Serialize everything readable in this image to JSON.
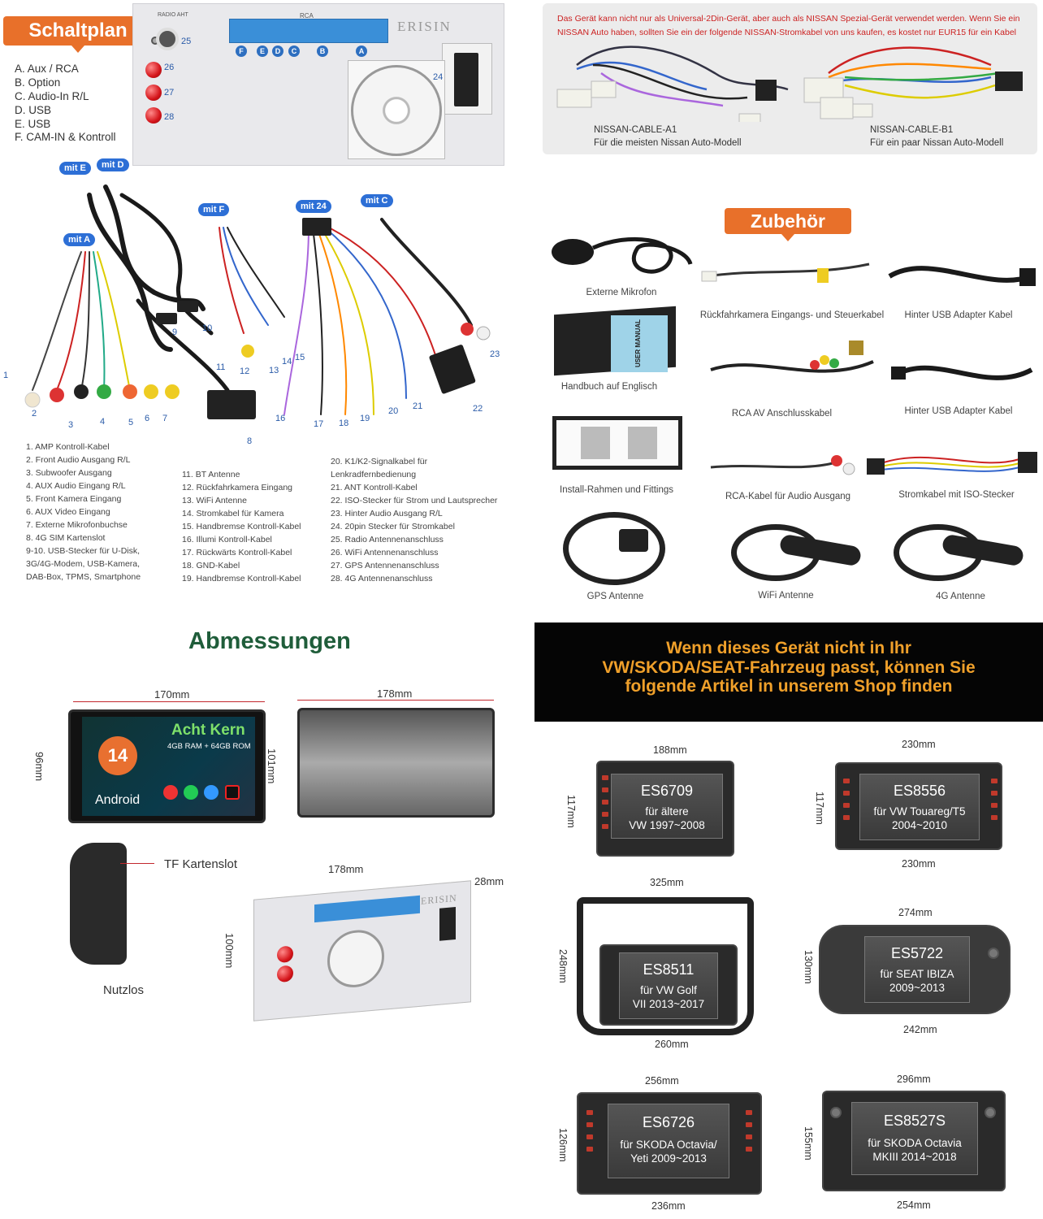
{
  "schaltplan": {
    "title": "Schaltplan",
    "legend": [
      "A. Aux / RCA",
      "B. Option",
      "C. Audio-In R/L",
      "D. USB",
      "E. USB",
      "F. CAM-IN & Kontroll"
    ],
    "brand": "ERISIN",
    "rca_label": "RCA",
    "radio_label": "RADIO AHT",
    "port_letters": [
      "F",
      "E",
      "D",
      "C",
      "B",
      "A"
    ],
    "port_numbers": [
      "25",
      "26",
      "27",
      "28",
      "24"
    ],
    "mit_badges": [
      "mit E",
      "mit D",
      "mit F",
      "mit 24",
      "mit C",
      "mit A"
    ],
    "cable_numbers": [
      "1",
      "2",
      "3",
      "4",
      "5",
      "6",
      "7",
      "8",
      "9",
      "10",
      "11",
      "12",
      "13",
      "14",
      "15",
      "16",
      "17",
      "18",
      "19",
      "20",
      "21",
      "22",
      "23"
    ],
    "list_col1": [
      "1. AMP Kontroll-Kabel",
      "2. Front Audio Ausgang R/L",
      "3. Subwoofer Ausgang",
      "4. AUX Audio Eingang R/L",
      "5. Front Kamera Eingang",
      "6. AUX Video Eingang",
      "7. Externe Mikrofonbuchse",
      "8. 4G SIM Kartenslot",
      "9-10. USB-Stecker für U-Disk,",
      "3G/4G-Modem, USB-Kamera,",
      "DAB-Box, TPMS, Smartphone"
    ],
    "list_col2": [
      "11. BT Antenne",
      "12. Rückfahrkamera Eingang",
      "13. WiFi Antenne",
      "14. Stromkabel für Kamera",
      "15. Handbremse Kontroll-Kabel",
      "16. Illumi Kontroll-Kabel",
      "17. Rückwärts Kontroll-Kabel",
      "18. GND-Kabel",
      "19. Handbremse Kontroll-Kabel"
    ],
    "list_col3": [
      "20. K1/K2-Signalkabel für",
      "Lenkradfernbedienung",
      "21. ANT Kontroll-Kabel",
      "22. ISO-Stecker für Strom und Lautsprecher",
      "23. Hinter Audio Ausgang R/L",
      "24. 20pin Stecker für Stromkabel",
      "25. Radio Antennenanschluss",
      "26. WiFi Antennenanschluss",
      "27. GPS Antennenanschluss",
      "28. 4G Antennenanschluss"
    ]
  },
  "nissan": {
    "line1": "Das Gerät kann nicht nur als Universal-2Din-Gerät, aber auch als  NISSAN Spezial-Gerät verwendet werden. Wenn Sie ein",
    "line2": "NISSAN Auto haben, sollten Sie ein der folgende NISSAN-Stromkabel von uns kaufen, es kostet nur EUR15 für ein Kabel",
    "cable_a_name": "NISSAN-CABLE-A1",
    "cable_a_desc": "Für die meisten Nissan Auto-Modell",
    "cable_b_name": "NISSAN-CABLE-B1",
    "cable_b_desc": "Für ein paar Nissan Auto-Modell"
  },
  "zubehoer": {
    "title": "Zubehör",
    "manual_print": "USER MANUAL",
    "items": [
      "Externe Mikrofon",
      "Rückfahrkamera Eingangs- und Steuerkabel",
      "Hinter USB Adapter Kabel",
      "Handbuch auf Englisch",
      "RCA AV Anschlusskabel",
      "Hinter USB Adapter Kabel",
      "Install-Rahmen und Fittings",
      "RCA-Kabel für Audio Ausgang",
      "Stromkabel mit ISO-Stecker",
      "GPS Antenne",
      "WiFi Antenne",
      "4G Antenne"
    ]
  },
  "abmessungen": {
    "title": "Abmessungen",
    "dims": [
      "170mm",
      "96mm",
      "178mm",
      "101mm",
      "178mm",
      "28mm",
      "100mm"
    ],
    "screen_title": "Acht Kern",
    "screen_spec": "4GB RAM + 64GB ROM",
    "android_version": "14",
    "android_label": "Android",
    "tf_label": "TF Kartenslot",
    "nutzlos_label": "Nutzlos",
    "brand": "ERISIN"
  },
  "shop": {
    "banner": [
      "Wenn dieses Gerät nicht in Ihr",
      "VW/SKODA/SEAT-Fahrzeug passt, können Sie",
      "folgende Artikel in unserem Shop finden"
    ],
    "products": [
      {
        "code": "ES6709",
        "line1": "für ältere",
        "line2": "VW 1997~2008",
        "top": "188mm",
        "side": "117mm",
        "bottom": ""
      },
      {
        "code": "ES8556",
        "line1": "für VW Touareg/T5",
        "line2": "2004~2010",
        "top": "230mm",
        "side": "117mm",
        "bottom": "230mm"
      },
      {
        "code": "ES8511",
        "line1": "für VW Golf",
        "line2": "VII 2013~2017",
        "top": "325mm",
        "side": "248mm",
        "bottom": "260mm"
      },
      {
        "code": "ES5722",
        "line1": "für SEAT IBIZA",
        "line2": "2009~2013",
        "top": "274mm",
        "side": "130mm",
        "bottom": "242mm"
      },
      {
        "code": "ES6726",
        "line1": "für SKODA Octavia/",
        "line2": "Yeti 2009~2013",
        "top": "256mm",
        "side": "126mm",
        "bottom": "236mm"
      },
      {
        "code": "ES8527S",
        "line1": "für SKODA Octavia",
        "line2": "MKIII 2014~2018",
        "top": "296mm",
        "side": "155mm",
        "bottom": "254mm"
      }
    ]
  },
  "colors": {
    "orange": "#e8702a",
    "blue": "#2d6fd6",
    "red": "#c2272d",
    "banner_text": "#f0a02a"
  }
}
